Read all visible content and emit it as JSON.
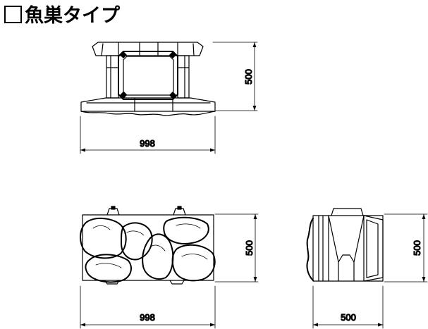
{
  "title": "魚巣タイプ",
  "views": {
    "front": {
      "width_label": "998",
      "height_label": "500"
    },
    "top": {
      "width_label": "998",
      "height_label": "500"
    },
    "side": {
      "width_label": "500",
      "height_label": "500"
    }
  },
  "colors": {
    "line": "#000000",
    "background": "#ffffff"
  }
}
